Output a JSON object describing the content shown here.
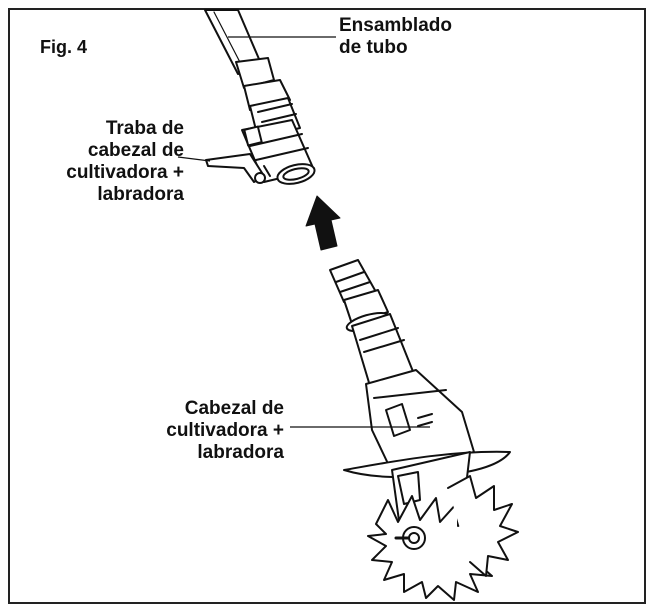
{
  "figure": {
    "label": "Fig. 4"
  },
  "labels": {
    "tube_assembly": [
      "Ensamblado",
      "de tubo"
    ],
    "head_lock": [
      "Traba de",
      "cabezal de",
      "cultivadora +",
      "labradora"
    ],
    "tiller_head": [
      "Cabezal de",
      "cultivadora +",
      "labradora"
    ]
  },
  "colors": {
    "line": "#111111",
    "fill": "#ffffff",
    "arrow": "#111111"
  }
}
